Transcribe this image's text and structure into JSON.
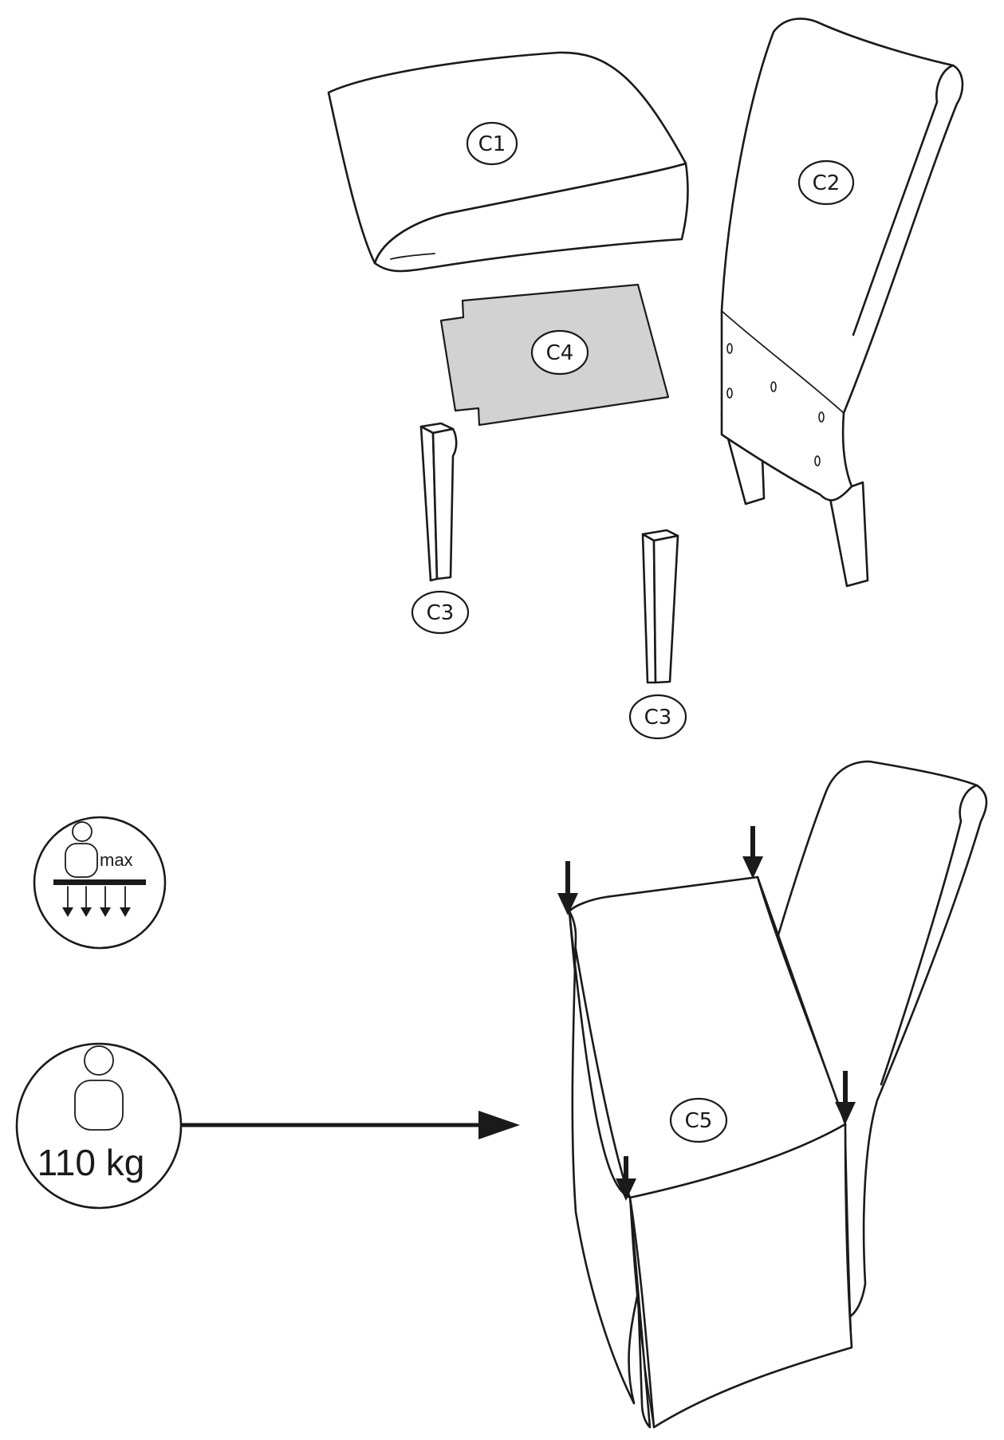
{
  "parts": {
    "c1": "C1",
    "c2": "C2",
    "c3a": "C3",
    "c3b": "C3",
    "c4": "C4",
    "c5": "C5"
  },
  "icons": {
    "max_load_text": "max",
    "weight_limit": "110 kg"
  },
  "colors": {
    "line": "#1a1a1a",
    "board_fill": "#d2d2d2"
  }
}
